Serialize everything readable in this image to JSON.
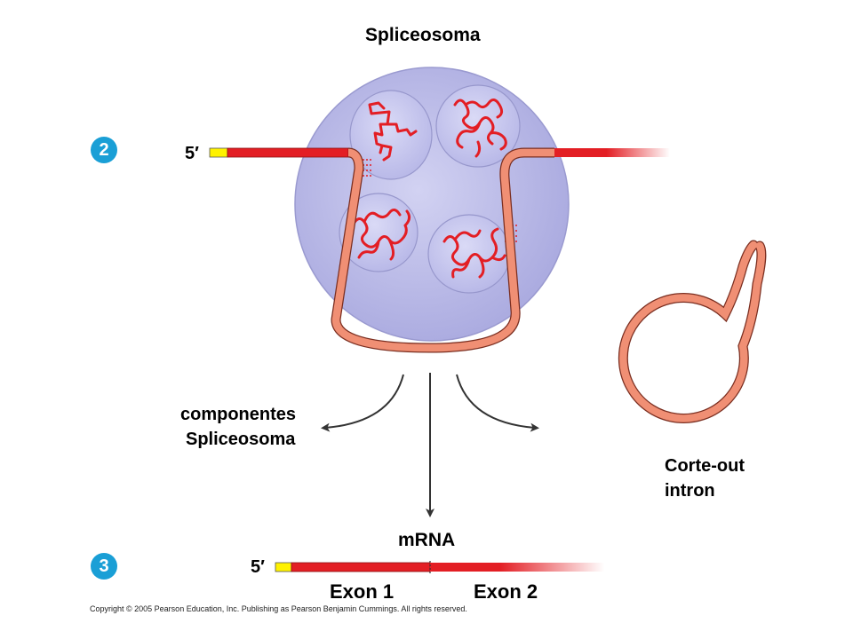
{
  "title": "Spliceosoma",
  "step2": {
    "badge": "2",
    "five_prime": "5′"
  },
  "step3": {
    "badge": "3",
    "five_prime": "5′"
  },
  "labels": {
    "components_line1": "componentes",
    "components_line2": "Spliceosoma",
    "intron_line1": "Corte-out",
    "intron_line2": "intron",
    "mrna": "mRNA",
    "exon1": "Exon 1",
    "exon2": "Exon 2"
  },
  "copyright": "Copyright © 2005 Pearson Education, Inc. Publishing as Pearson Benjamin Cummings. All rights reserved.",
  "colors": {
    "spliceosome_fill": "#b8b8e6",
    "snrnp_fill": "#c6c6ee",
    "exon_red": "#e31e24",
    "intron_salmon": "#f08f74",
    "cap_yellow": "#fff200",
    "badge_blue": "#1a9fd6",
    "rna_squiggle": "#e31e24"
  }
}
